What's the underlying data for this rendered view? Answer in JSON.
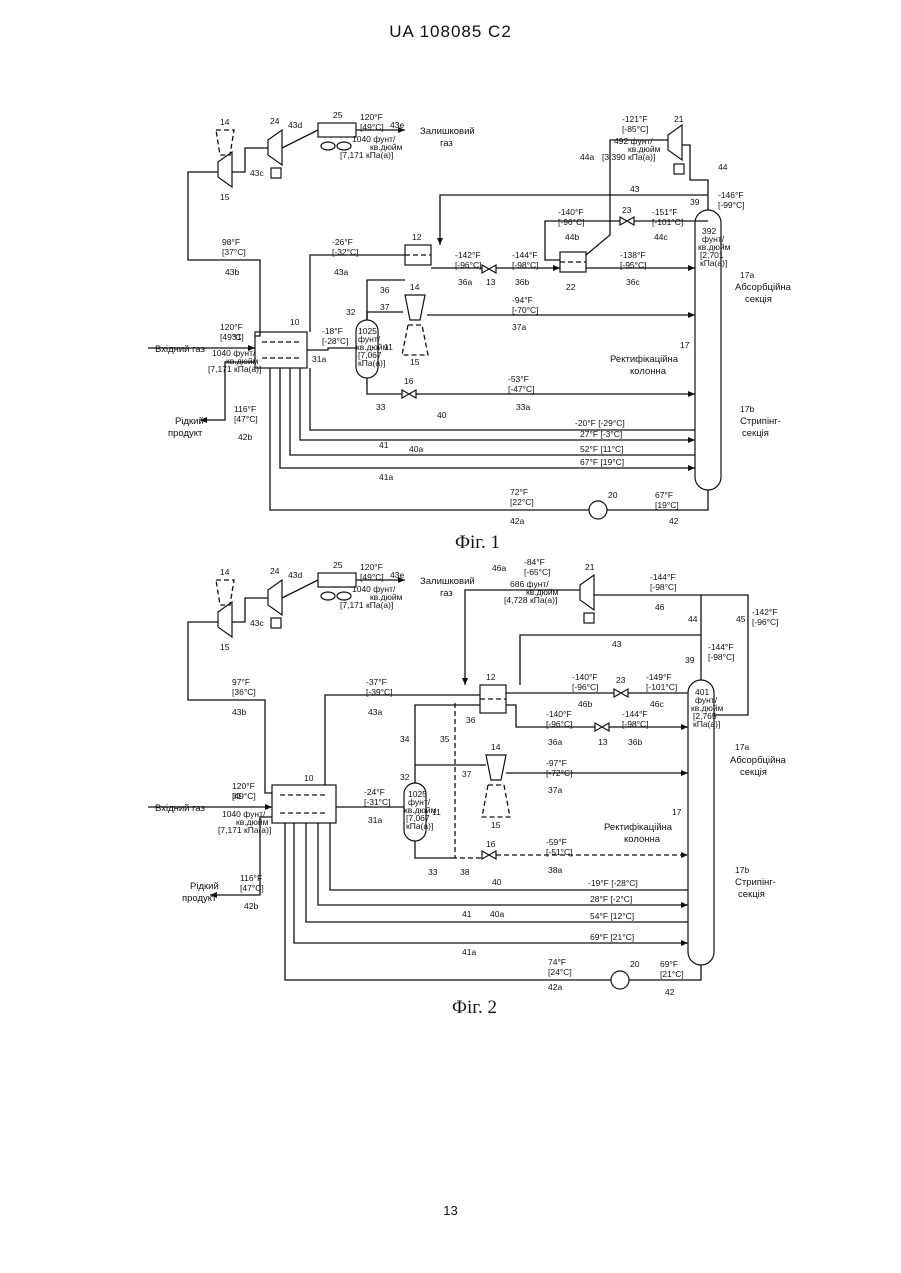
{
  "header": "UA 108085 C2",
  "page_number": "13",
  "figures": [
    {
      "caption": "Фіг. 1",
      "labels": {
        "inlet_gas": "Вхідний газ",
        "residue_gas_1": "Залишковий",
        "residue_gas_2": "газ",
        "liquid_product_1": "Рідкий",
        "liquid_product_2": "продукт",
        "absorption_1": "Абсорбційна",
        "absorption_2": "секція",
        "rectification_1": "Ректифікаційна",
        "rectification_2": "колонна",
        "stripping_1": "Стрипінг-",
        "stripping_2": "секція"
      },
      "equipment": {
        "e10": "10",
        "e11": "11",
        "e12": "12",
        "e13": "13",
        "e14": "14",
        "e15": "15",
        "e16": "16",
        "e17": "17",
        "e17a": "17a",
        "e17b": "17b",
        "e20": "20",
        "e21": "21",
        "e22": "22",
        "e23": "23",
        "e24": "24",
        "e25": "25"
      },
      "streams": {
        "s31": "31",
        "s31a": "31a",
        "s32": "32",
        "s33": "33",
        "s33a": "33a",
        "s36": "36",
        "s36a": "36a",
        "s36b": "36b",
        "s36c": "36c",
        "s37": "37",
        "s37a": "37a",
        "s39": "39",
        "s40": "40",
        "s40a": "40a",
        "s41": "41",
        "s41a": "41a",
        "s42": "42",
        "s42a": "42a",
        "s42b": "42b",
        "s43": "43",
        "s43a": "43a",
        "s43b": "43b",
        "s43c": "43c",
        "s43d": "43d",
        "s43e": "43e",
        "s44": "44",
        "s44a": "44a",
        "s44b": "44b",
        "s44c": "44c"
      },
      "conditions": {
        "c25_t": "120°F",
        "c25_c": "[49°C]",
        "c25_p1": "1040 фунт/",
        "c25_p2": "кв.дюйм",
        "c25_p3": "[7,171 кПа(а)]",
        "c21_t": "-121°F",
        "c21_c": "[-85°C]",
        "c21_p1": "492 фунт/",
        "c21_p2": "кв.дюйм",
        "c21_p3": "[3,390 кПа(а)]",
        "c43b_t": "98°F",
        "c43b_c": "[37°C]",
        "c43a_t": "-26°F",
        "c43a_c": "[-32°C]",
        "c36a_t": "-142°F",
        "c36a_c": "[-96°C]",
        "c36b_t": "-144°F",
        "c36b_c": "[-98°C]",
        "c44b_t": "-140°F",
        "c44b_c": "[-96°C]",
        "c44c_t": "-151°F",
        "c44c_c": "[-101°C]",
        "c39_t": "-146°F",
        "c39_c": "[-99°C]",
        "ctop_p1": "392",
        "ctop_p2": "фунт/",
        "ctop_p3": "кв.дюйм",
        "ctop_p4": "[2,701",
        "ctop_p5": "кПа(а)]",
        "c36c_t": "-138°F",
        "c36c_c": "[-95°C]",
        "c37a_t": "-94°F",
        "c37a_c": "[-70°C]",
        "c31a_t": "-18°F",
        "c31a_c": "[-28°C]",
        "c11_p1": "1025",
        "c11_p2": "фунт/",
        "c11_p3": "кв.дюйм",
        "c11_p4": "[7,067",
        "c11_p5": "кПа(а)]",
        "c31_t": "120°F",
        "c31_c": "[49°C]",
        "c31_p1": "1040 фунт/",
        "c31_p2": "кв.дюйм",
        "c31_p3": "[7,171 кПа(а)]",
        "c33a_t": "-53°F",
        "c33a_c": "[-47°C]",
        "c42b_t": "116°F",
        "c42b_c": "[47°C]",
        "c40": "-20°F [-29°C]",
        "c40a": "27°F [-3°C]",
        "c41": "52°F [11°C]",
        "c41a": "67°F [19°C]",
        "c42a_t": "72°F",
        "c42a_c": "[22°C]",
        "c42_t": "67°F",
        "c42_c": "[19°C]"
      }
    },
    {
      "caption": "Фіг. 2",
      "labels": {
        "inlet_gas": "Вхідний газ",
        "residue_gas_1": "Залишковий",
        "residue_gas_2": "газ",
        "liquid_product_1": "Рідкий",
        "liquid_product_2": "продукт",
        "absorption_1": "Абсорбційна",
        "absorption_2": "секція",
        "rectification_1": "Ректифікаційна",
        "rectification_2": "колонна",
        "stripping_1": "Стрипінг-",
        "stripping_2": "секція"
      },
      "equipment": {
        "e10": "10",
        "e11": "11",
        "e12": "12",
        "e13": "13",
        "e14": "14",
        "e15": "15",
        "e16": "16",
        "e17": "17",
        "e17a": "17a",
        "e17b": "17b",
        "e20": "20",
        "e21": "21",
        "e23": "23",
        "e24": "24",
        "e25": "25"
      },
      "streams": {
        "s31": "31",
        "s31a": "31a",
        "s32": "32",
        "s33": "33",
        "s34": "34",
        "s35": "35",
        "s36": "36",
        "s36a": "36a",
        "s36b": "36b",
        "s37": "37",
        "s37a": "37a",
        "s38": "38",
        "s38a": "38a",
        "s39": "39",
        "s40": "40",
        "s40a": "40a",
        "s41": "41",
        "s41a": "41a",
        "s42": "42",
        "s42a": "42a",
        "s42b": "42b",
        "s43": "43",
        "s43a": "43a",
        "s43b": "43b",
        "s43c": "43c",
        "s43d": "43d",
        "s43e": "43e",
        "s44": "44",
        "s45": "45",
        "s46": "46",
        "s46a": "46a",
        "s46b": "46b",
        "s46c": "46c"
      },
      "conditions": {
        "c25_t": "120°F",
        "c25_c": "[49°C]",
        "c25_p1": "1040 фунт/",
        "c25_p2": "кв.дюйм",
        "c25_p3": "[7,171 кПа(а)]",
        "c21_t": "-84°F",
        "c21_c": "[-65°C]",
        "c21_p1": "686 фунт/",
        "c21_p2": "кв.дюйм",
        "c21_p3": "[4,728 кПа(а)]",
        "c46_t": "-144°F",
        "c46_c": "[-98°C]",
        "c45_t": "-142°F",
        "c45_c": "[-96°C]",
        "c43b_t": "97°F",
        "c43b_c": "[36°C]",
        "c43a_t": "-37°F",
        "c43a_c": "[-39°C]",
        "c46b_t": "-140°F",
        "c46b_c": "[-96°C]",
        "c46c_t": "-149°F",
        "c46c_c": "[-101°C]",
        "c39_t": "-144°F",
        "c39_c": "[-98°C]",
        "ctop_p1": "401",
        "ctop_p2": "фунт/",
        "ctop_p3": "кв.дюйм",
        "ctop_p4": "[2,765",
        "ctop_p5": "кПа(а)]",
        "c36a_t": "-140°F",
        "c36a_c": "[-96°C]",
        "c36b_t": "-144°F",
        "c36b_c": "[-98°C]",
        "c37a_t": "-97°F",
        "c37a_c": "[-72°C]",
        "c31a_t": "-24°F",
        "c31a_c": "[-31°C]",
        "c11_p1": "1025",
        "c11_p2": "фунт/",
        "c11_p3": "кв.дюйм",
        "c11_p4": "[7,067",
        "c11_p5": "кПа(а)]",
        "c31_t": "120°F",
        "c31_c": "[49°C]",
        "c31_p1": "1040 фунт/",
        "c31_p2": "кв.дюйм",
        "c31_p3": "[7,171 кПа(а)]",
        "c38a_t": "-59°F",
        "c38a_c": "[-51°C]",
        "c42b_t": "116°F",
        "c42b_c": "[47°C]",
        "c40": "-19°F [-28°C]",
        "c40a": "28°F [-2°C]",
        "c41": "54°F [12°C]",
        "c41a": "69°F [21°C]",
        "c42a_t": "74°F",
        "c42a_c": "[24°C]",
        "c42_t": "69°F",
        "c42_c": "[21°C]"
      }
    }
  ]
}
